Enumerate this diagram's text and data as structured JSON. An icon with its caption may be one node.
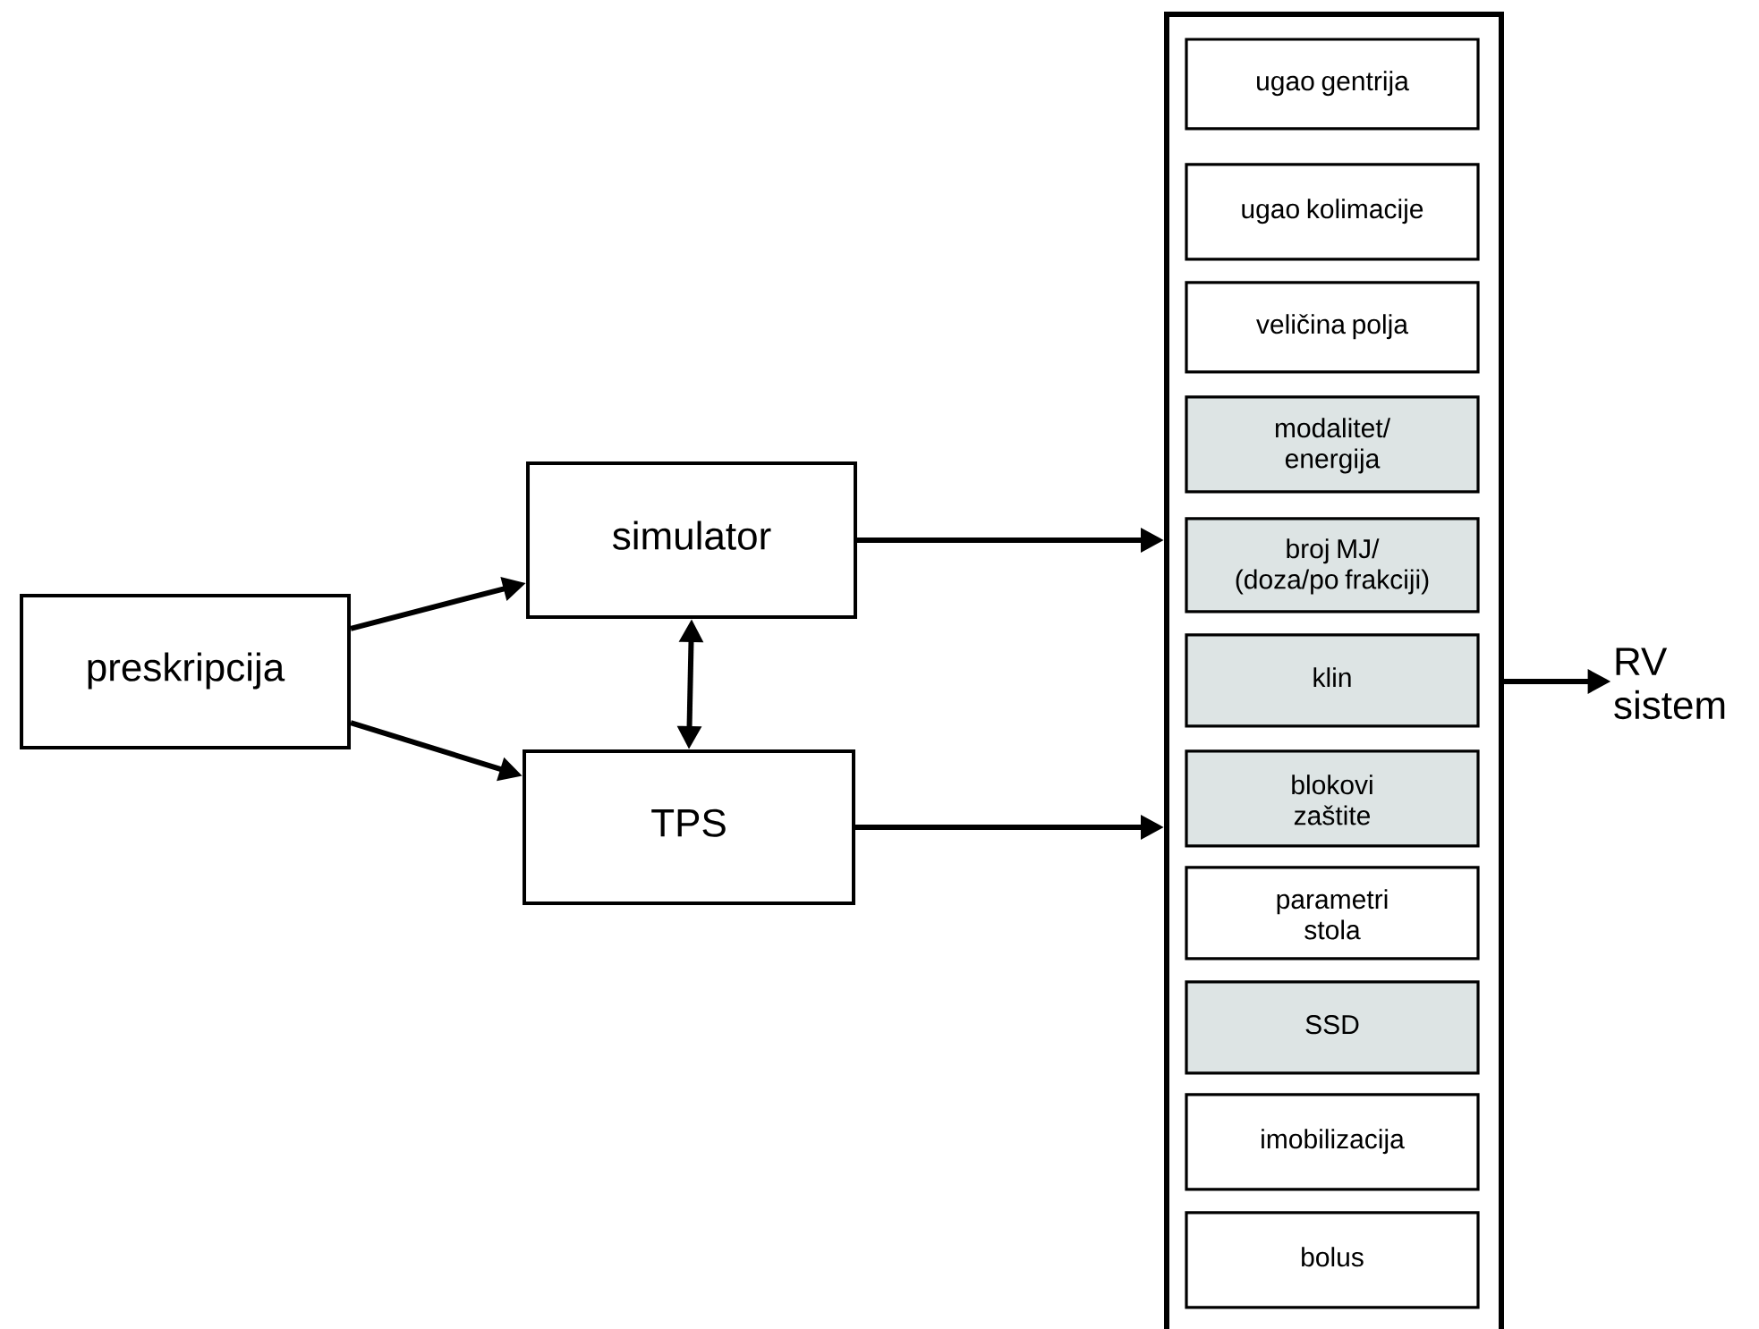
{
  "diagram": {
    "nodes": [
      {
        "text": [
          "preskripcija"
        ]
      },
      {
        "text": [
          "simulator"
        ]
      },
      {
        "text": [
          "TPS"
        ]
      },
      {
        "text": [],
        "shape": "box"
      },
      {
        "text": [
          "ugao gentrija"
        ],
        "in": 3
      },
      {
        "text": [
          "ugao kolimacije"
        ],
        "in": 3
      },
      {
        "text": [
          "veličina polja"
        ],
        "in": 3
      },
      {
        "text": [
          "modalitet/ energija"
        ],
        "in": 3
      },
      {
        "text": [
          "broj MJ/ (doza/po frakciji)"
        ],
        "in": 3
      },
      {
        "text": [
          "klin"
        ],
        "in": 3
      },
      {
        "text": [
          "blokovi zaštite"
        ],
        "in": 3
      },
      {
        "text": [
          "parametri stola"
        ],
        "in": 3
      },
      {
        "text": [
          "SSD"
        ],
        "in": 3
      },
      {
        "text": [
          "imobilizacija"
        ],
        "in": 3
      },
      {
        "text": [
          "bolus"
        ],
        "in": 3
      },
      {
        "text": [
          "RV sistem"
        ]
      }
    ],
    "edges": [
      {
        "from": 0,
        "to": 1,
        "arrow": "to"
      },
      {
        "from": 0,
        "to": 2,
        "arrow": "to"
      },
      {
        "from": 1,
        "to": 2,
        "arrow": "both"
      },
      {
        "from": 1,
        "to": 3,
        "arrow": "to"
      },
      {
        "from": 2,
        "to": 3,
        "arrow": "to"
      },
      {
        "from": 3,
        "to": 15,
        "arrow": "to"
      }
    ]
  }
}
